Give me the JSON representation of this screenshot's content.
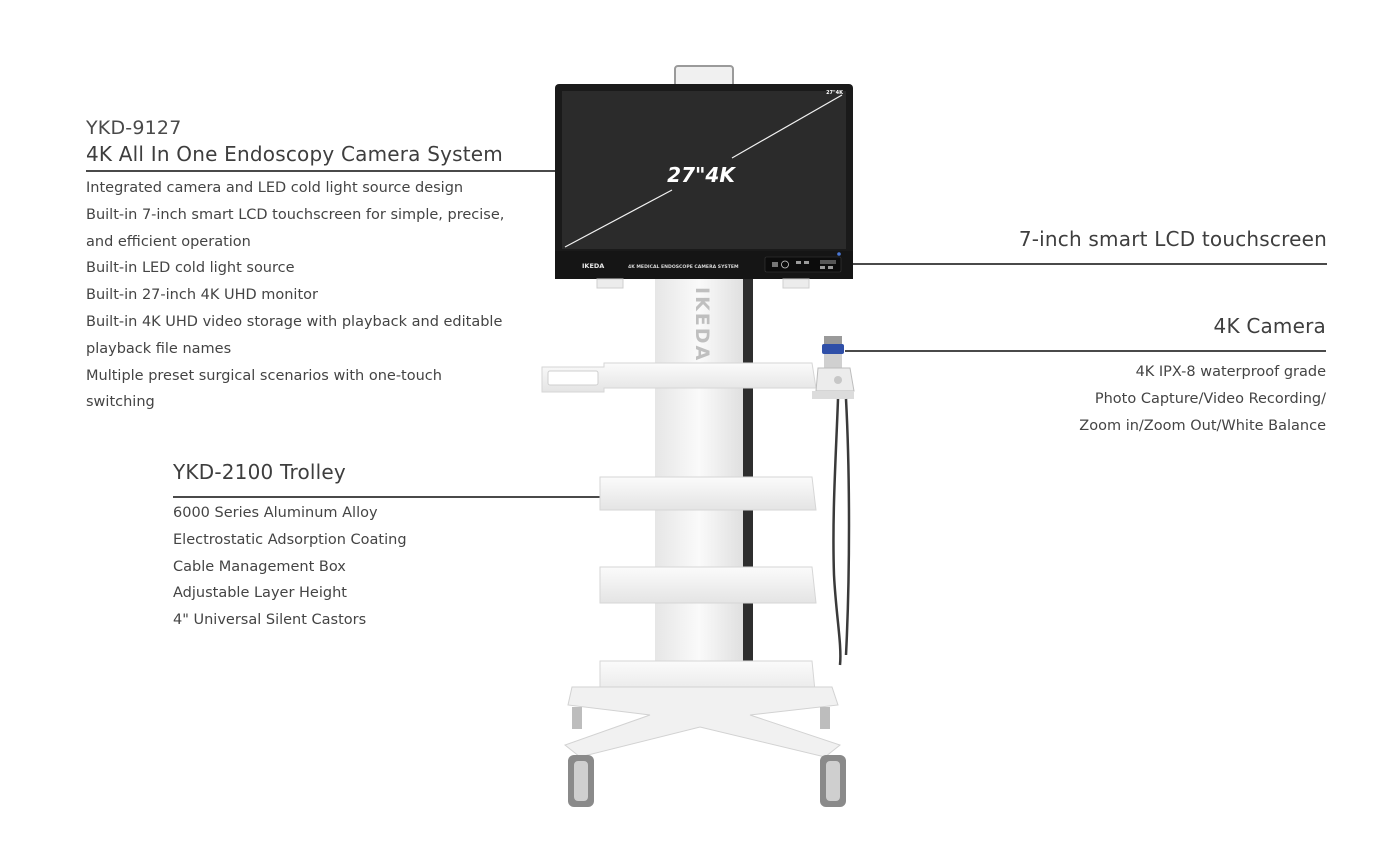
{
  "system": {
    "model": "YKD-9127",
    "title": "4K All In One Endoscopy Camera System",
    "features": [
      "Integrated camera and LED cold light source design",
      "Built-in 7-inch smart LCD touchscreen for simple, precise,",
      "and efficient operation",
      "Built-in LED cold light source",
      "Built-in 27-inch 4K UHD monitor",
      "Built-in 4K UHD video storage with playback and editable",
      "playback file names",
      "Multiple preset surgical scenarios with one-touch",
      "switching"
    ]
  },
  "trolley": {
    "title": "YKD-2100 Trolley",
    "features": [
      "6000 Series Aluminum Alloy",
      "Electrostatic Adsorption Coating",
      "Cable Management Box",
      "Adjustable Layer Height",
      "4\" Universal Silent Castors"
    ]
  },
  "touchscreen": {
    "title": "7-inch smart LCD touchscreen"
  },
  "camera": {
    "title": "4K Camera",
    "features": [
      "4K IPX-8 waterproof grade",
      "Photo Capture/Video Recording/",
      "Zoom in/Zoom Out/White Balance"
    ]
  },
  "device": {
    "monitor_size_label": "27\"4K",
    "monitor_corner_label": "27\"4K",
    "monitor_brand": "IKEDA",
    "monitor_caption": "4K MEDICAL ENDOSCOPE CAMERA SYSTEM",
    "column_brand": "IKEDA"
  },
  "colors": {
    "rule": "#4a4a4a",
    "screen": "#2b2b2b",
    "bezel": "#1a1a1a",
    "trolley_white": "#f3f3f3",
    "pole": "#2e2e2e",
    "camera_blue": "#2f4fa8"
  }
}
